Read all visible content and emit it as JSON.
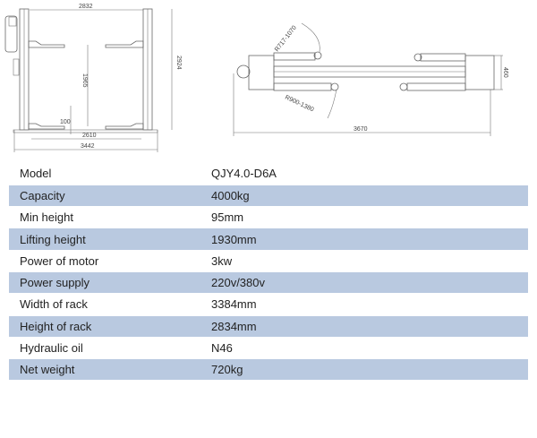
{
  "drawings": {
    "front_view": {
      "dim_top_width": "2832",
      "dim_height": "2924",
      "dim_arm_height": "1965",
      "dim_min": "100",
      "dim_inner_width": "2610",
      "dim_overall_width": "3442"
    },
    "top_view": {
      "dim_short_arm": "R717-1070",
      "dim_long_arm": "R900-1380",
      "dim_depth": "460",
      "dim_length": "3670"
    }
  },
  "specs": [
    {
      "label": "Model",
      "value": "QJY4.0-D6A"
    },
    {
      "label": "Capacity",
      "value": "4000kg"
    },
    {
      "label": "Min height",
      "value": "95mm"
    },
    {
      "label": "Lifting height",
      "value": "1930mm"
    },
    {
      "label": "Power of motor",
      "value": "3kw"
    },
    {
      "label": "Power supply",
      "value": "220v/380v"
    },
    {
      "label": "Width of rack",
      "value": "3384mm"
    },
    {
      "label": "Height of rack",
      "value": "2834mm"
    },
    {
      "label": "Hydraulic oil",
      "value": "N46"
    },
    {
      "label": "Net weight",
      "value": "720kg"
    }
  ],
  "colors": {
    "band": "#b9c9e0"
  }
}
